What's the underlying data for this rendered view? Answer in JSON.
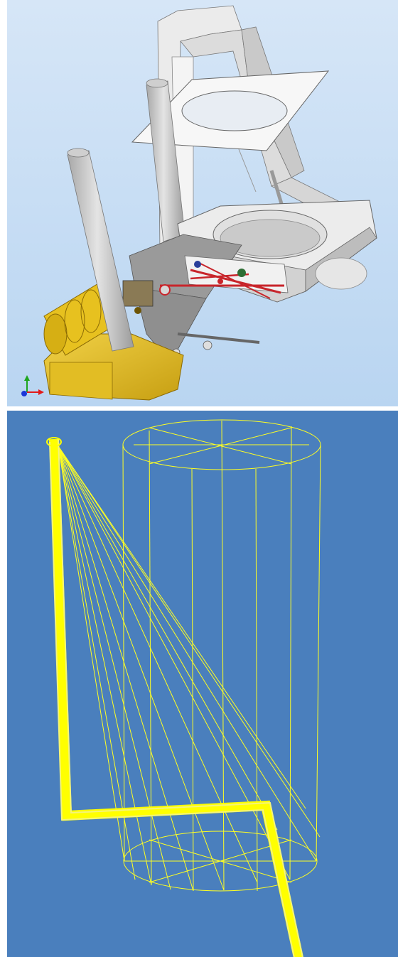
{
  "colors": {
    "cad_background_top": "#d6e6f7",
    "cad_background_bottom": "#b9d5f1",
    "wireframe_background": "#4a7fbd",
    "wireframe_line": "#ffff22",
    "beam_color": "#ffff00",
    "instrument_gold": "#e7c11f",
    "structure_white": "#f2f2f2",
    "optics_red": "#c8252b",
    "triad_x": "#e21b1b",
    "triad_y": "#1ea51e",
    "triad_z": "#1c37d8"
  },
  "top_view": {
    "kind": "shaded CAD assembly",
    "icon": "coordinate-triad-icon"
  },
  "bottom_view": {
    "kind": "wireframe ray trace",
    "ray_fan_count": 12
  }
}
